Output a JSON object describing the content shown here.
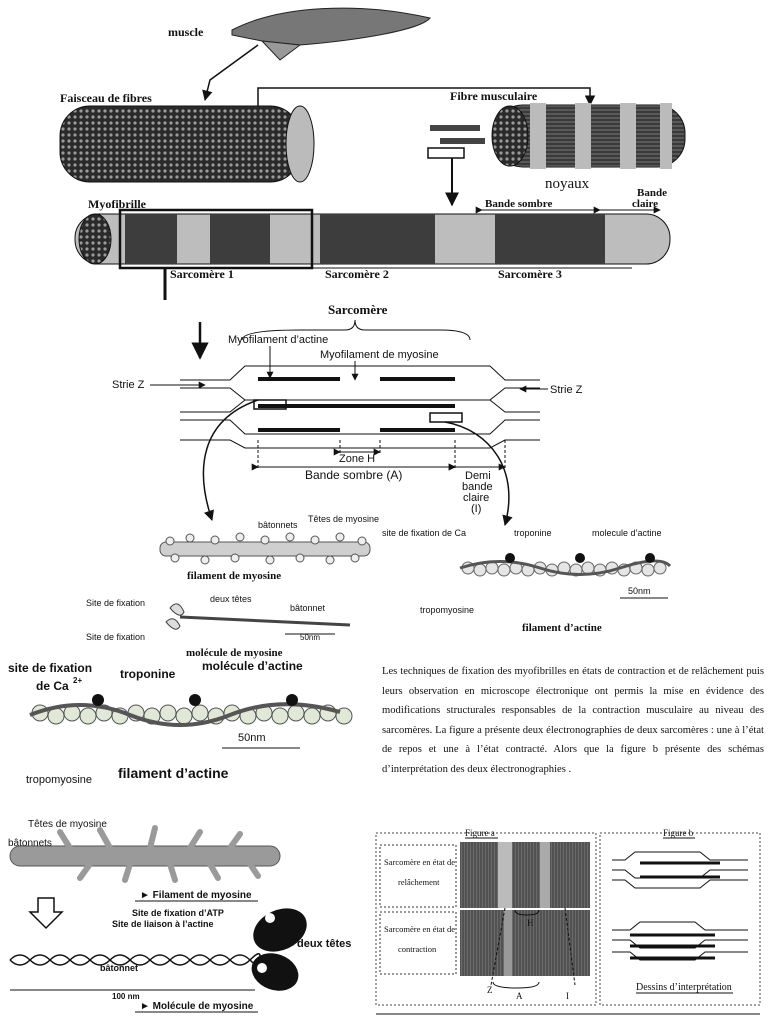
{
  "top": {
    "muscle": "muscle",
    "faisceau": "Faisceau de fibres",
    "fibre": "Fibre musculaire",
    "noyaux": "noyaux",
    "myofibrille": "Myofibrille",
    "bande_sombre_top": "Bande sombre",
    "bande_claire_top_1": "Bande",
    "bande_claire_top_2": "claire",
    "sarcomere_1": "Sarcomère 1",
    "sarcomere_2": "Sarcomère 2",
    "sarcomere_3": "Sarcomère 3"
  },
  "sarcomere": {
    "title": "Sarcomère",
    "actine": "Myofilament d’actine",
    "myosine": "Myofilament de myosine",
    "strie_left": "Strie Z",
    "strie_right": "Strie Z",
    "zone_h": "Zone H",
    "bande_a": "Bande sombre (A)",
    "demi_1": "Demi",
    "demi_2": "bande",
    "demi_3": "claire",
    "demi_4": "(I)"
  },
  "myosin_small": {
    "batonnets": "bâtonnets",
    "tetes": "Têtes de myosine",
    "caption": "filament de myosine",
    "site1": "Site de fixation",
    "deux_tetes": "deux têtes",
    "batonnet": "bâtonnet",
    "site2": "Site de fixation",
    "scale": "50nm",
    "molecule_caption": "molécule de myosine"
  },
  "actin_small": {
    "site": "site de fixation de Ca",
    "troponine": "troponine",
    "molecule": "molecule d’actine",
    "scale": "50nm",
    "tropomyosine": "tropomyosine",
    "caption": "filament d’actine"
  },
  "actin_big": {
    "site_1": "site de fixation",
    "site_2": "de Ca",
    "sup": "2+",
    "troponine": "troponine",
    "molecule": "molécule d’actine",
    "scale": "50nm",
    "tropomyosine": "tropomyosine",
    "caption": "filament d’actine"
  },
  "myosin_big": {
    "tetes": "Têtes de myosine",
    "batonnets": "bâtonnets",
    "filament_caption": "► Filament de myosine",
    "atp": "Site de fixation d’ATP",
    "liaison": "Site de liaison à l’actine",
    "deux_tetes": "deux têtes",
    "batonnet": "bâtonnet",
    "scale": "100 nm",
    "molecule_caption": "► Molécule de myosine"
  },
  "paragraph": "Les techniques de fixation des myofibrilles en états de contraction et de relâchement puis leurs observation en microscope électronique ont permis la mise en évidence des modifications structurales responsables de la contraction musculaire au niveau des sarcomères. La figure a présente deux électronographies de deux sarcomères : une à l’état de repos et une à l’état contracté. Alors que la figure b présente des schémas d’interprétation des deux électronographies .",
  "figures": {
    "fig_a": "Figure a",
    "fig_b": "Figure b",
    "rel_1": "Sarcomère en état de",
    "rel_2": "relâchement",
    "con_1": "Sarcomère en état de",
    "con_2": "contraction",
    "h": "H",
    "z": "Z",
    "a": "A",
    "i": "I",
    "interp": "Dessins d’interprétation"
  }
}
